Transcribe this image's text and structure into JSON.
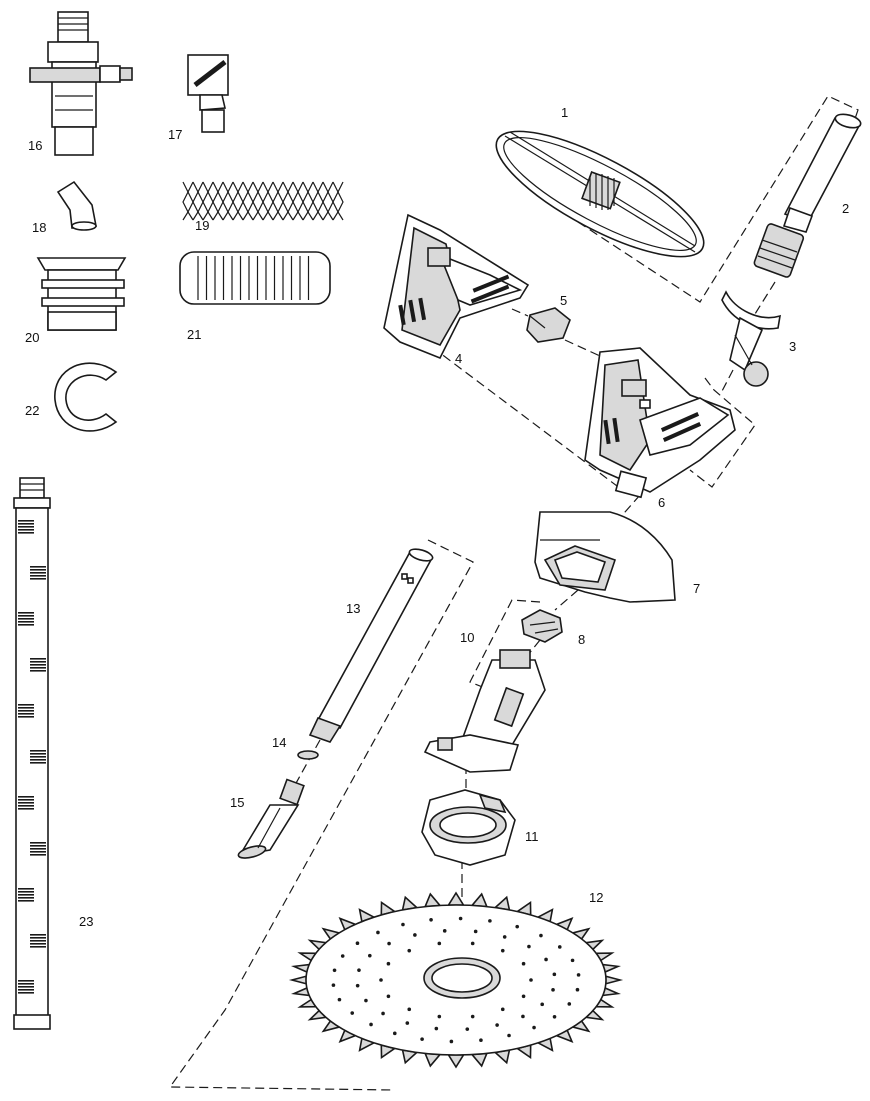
{
  "diagram": {
    "parts": [
      {
        "id": "p1",
        "label": "1"
      },
      {
        "id": "p2",
        "label": "2"
      },
      {
        "id": "p3",
        "label": "3"
      },
      {
        "id": "p4",
        "label": "4"
      },
      {
        "id": "p5",
        "label": "5"
      },
      {
        "id": "p6",
        "label": "6"
      },
      {
        "id": "p7",
        "label": "7"
      },
      {
        "id": "p8",
        "label": "8"
      },
      {
        "id": "p10",
        "label": "10"
      },
      {
        "id": "p11",
        "label": "11"
      },
      {
        "id": "p12",
        "label": "12"
      },
      {
        "id": "p13",
        "label": "13"
      },
      {
        "id": "p14",
        "label": "14"
      },
      {
        "id": "p15",
        "label": "15"
      },
      {
        "id": "p16",
        "label": "16"
      },
      {
        "id": "p17",
        "label": "17"
      },
      {
        "id": "p18",
        "label": "18"
      },
      {
        "id": "p19",
        "label": "19"
      },
      {
        "id": "p20",
        "label": "20"
      },
      {
        "id": "p21",
        "label": "21"
      },
      {
        "id": "p22",
        "label": "22"
      },
      {
        "id": "p23",
        "label": "23"
      }
    ]
  }
}
